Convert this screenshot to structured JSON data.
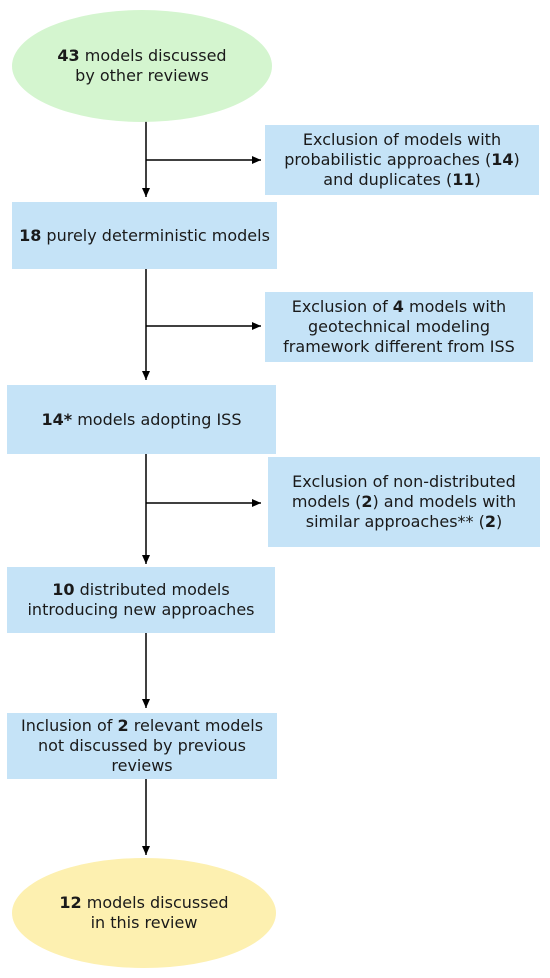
{
  "nodes": {
    "start": {
      "bold": "43",
      "text": " models discussed by other reviews"
    },
    "step1": {
      "bold": "18",
      "text": " purely deterministic models"
    },
    "step2": {
      "bold": "14*",
      "text": " models adopting ISS"
    },
    "step3": {
      "bold": "10",
      "text": " distributed models introducing new approaches"
    },
    "step4": {
      "pre": "Inclusion of ",
      "bold": "2",
      "text": " relevant models not discussed by previous reviews"
    },
    "end": {
      "bold": "12",
      "text": " models discussed in this review"
    }
  },
  "exclusions": {
    "excl1": {
      "t1": "Exclusion of models with probabilistic approaches (",
      "b1": "14",
      "t2": ") and duplicates (",
      "b2": "11",
      "t3": ")"
    },
    "excl2": {
      "t1": "Exclusion of ",
      "b1": "4",
      "t2": " models with geotechnical modeling framework different from ISS"
    },
    "excl3": {
      "t1": "Exclusion of non-distributed models (",
      "b1": "2",
      "t2": ") and models with similar approaches** (",
      "b2": "2",
      "t3": ")"
    }
  },
  "colors": {
    "start": "#d4f5cf",
    "end": "#fdf0b0",
    "box": "#c5e3f7",
    "arrow": "#000000"
  }
}
